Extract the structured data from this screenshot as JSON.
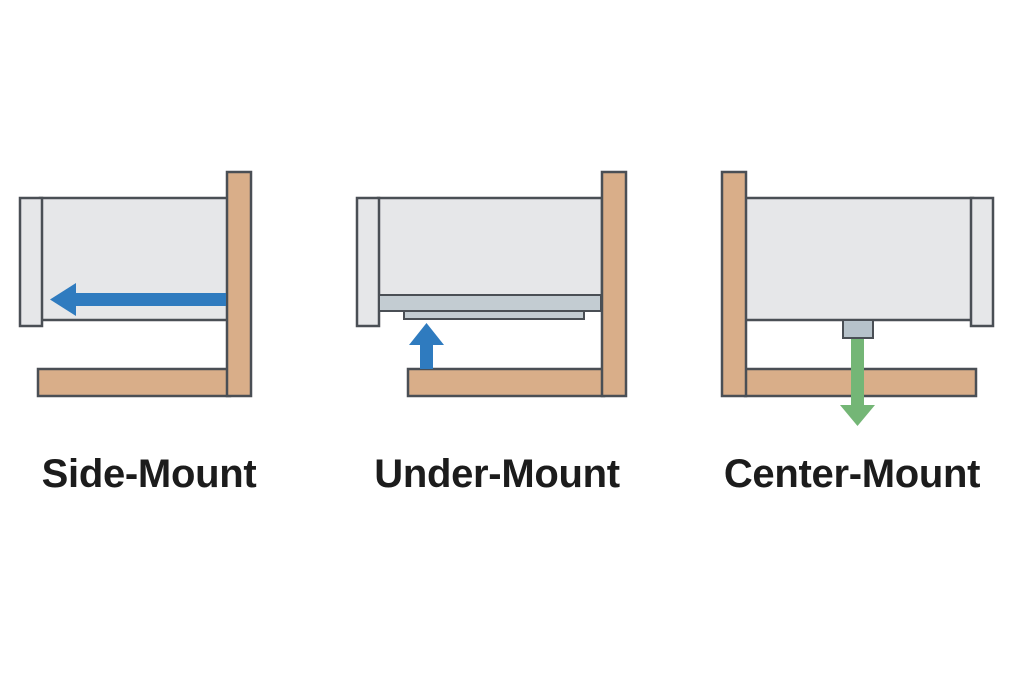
{
  "colors": {
    "wood": "#d9ae89",
    "outline": "#4a4f55",
    "drawer": "#e6e7e9",
    "slide": "#c3ccd2",
    "arrow_blue": "#2f7bbf",
    "arrow_green": "#74b676",
    "text": "#1c1c1c"
  },
  "panels": [
    {
      "id": "side",
      "label": "Side-Mount",
      "arrow_icon": "arrow-left-icon"
    },
    {
      "id": "under",
      "label": "Under-Mount",
      "arrow_icon": "arrow-up-icon"
    },
    {
      "id": "center",
      "label": "Center-Mount",
      "arrow_icon": "arrow-down-icon"
    }
  ]
}
